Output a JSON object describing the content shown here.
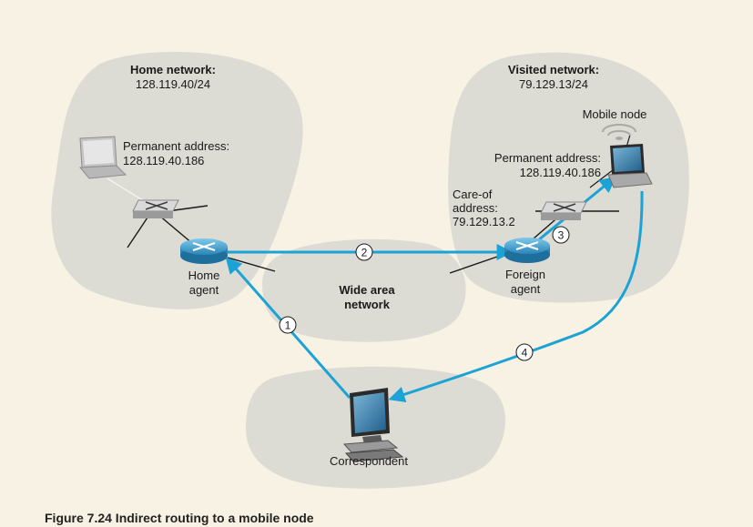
{
  "home_network": {
    "title": "Home network:",
    "subnet": "128.119.40/24"
  },
  "home_laptop": {
    "label_line1": "Permanent address:",
    "label_line2": "128.119.40.186"
  },
  "home_agent": {
    "line1": "Home",
    "line2": "agent"
  },
  "wan": {
    "line1": "Wide area",
    "line2": "network"
  },
  "visited_network": {
    "title": "Visited network:",
    "subnet": "79.129.13/24"
  },
  "mobile_node": {
    "label": "Mobile node",
    "perm_line1": "Permanent address:",
    "perm_line2": "128.119.40.186"
  },
  "care_of": {
    "line1": "Care-of",
    "line2": "address:",
    "line3": "79.129.13.2"
  },
  "foreign_agent": {
    "line1": "Foreign",
    "line2": "agent"
  },
  "correspondent": {
    "label": "Correspondent"
  },
  "steps": [
    "1",
    "2",
    "3",
    "4"
  ],
  "colors": {
    "arrow": "#1aa3d4",
    "blob": "#dcdbd4",
    "background": "#f8f2e4"
  },
  "caption": "Figure 7.24 Indirect routing to a mobile node"
}
